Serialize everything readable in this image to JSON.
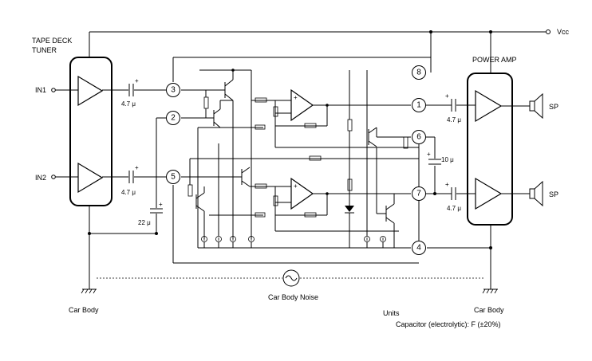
{
  "labels": {
    "vcc": "Vcc",
    "tape_deck": "TAPE DECK",
    "tuner": "TUNER",
    "power_amp": "POWER AMP",
    "in1": "IN1",
    "in2": "IN2",
    "sp1": "SP",
    "sp2": "SP",
    "car_body_left": "Car Body",
    "car_body_right": "Car Body",
    "car_body_noise": "Car Body Noise",
    "units": "Units",
    "capacitor_note": "Capacitor (electrolytic): F (±20%)"
  },
  "capacitors": {
    "c_in1": "4.7 μ",
    "c_in2": "4.7 μ",
    "c_22": "22 μ",
    "c_10": "10 μ",
    "c_out1": "4.7 μ",
    "c_out2": "4.7 μ"
  },
  "pins": [
    "1",
    "2",
    "3",
    "4",
    "5",
    "6",
    "7",
    "8"
  ],
  "op_amp_sign": "+"
}
